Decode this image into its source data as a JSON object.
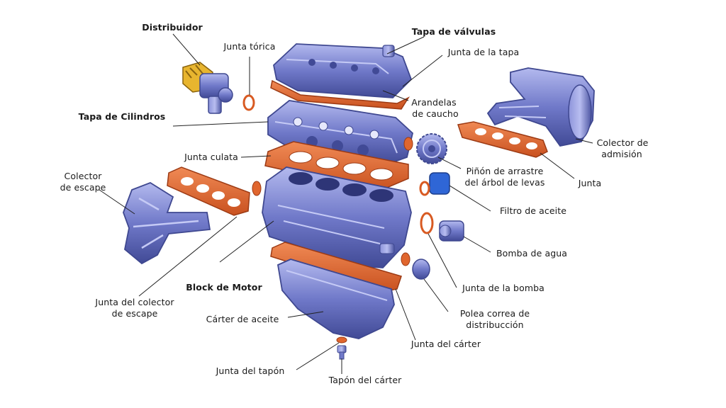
{
  "labels": {
    "distribuidor": "Distribuidor",
    "junta_torica": "Junta tórica",
    "tapa_valvulas": "Tapa de válvulas",
    "junta_tapa": "Junta de la tapa",
    "arandelas_1": "Arandelas",
    "arandelas_2": "de caucho",
    "tapa_cilindros": "Tapa de Cilindros",
    "colector_admision_1": "Colector de",
    "colector_admision_2": "admisión",
    "junta_culata": "Junta culata",
    "pinon_1": "Piñón de arrastre",
    "pinon_2": "del árbol de levas",
    "junta": "Junta",
    "colector_escape_1": "Colector",
    "colector_escape_2": "de escape",
    "filtro_aceite": "Filtro de aceite",
    "bomba_agua": "Bomba de agua",
    "block_motor": "Block de Motor",
    "junta_bomba": "Junta de la bomba",
    "junta_colector_1": "Junta del colector",
    "junta_colector_2": "de escape",
    "polea_1": "Polea correa de",
    "polea_2": "distribucción",
    "carter_aceite": "Cárter de aceite",
    "junta_carter": "Junta del cárter",
    "junta_tapon": "Junta del tapón",
    "tapon_carter": "Tapón del cárter"
  },
  "colors": {
    "metal": "#6b73c4",
    "metal_dark": "#3f4890",
    "metal_light": "#a9b0e6",
    "gasket": "#e0662e",
    "gasket_dark": "#9c3a14",
    "brass": "#e8b52f",
    "leader": "#222222"
  }
}
